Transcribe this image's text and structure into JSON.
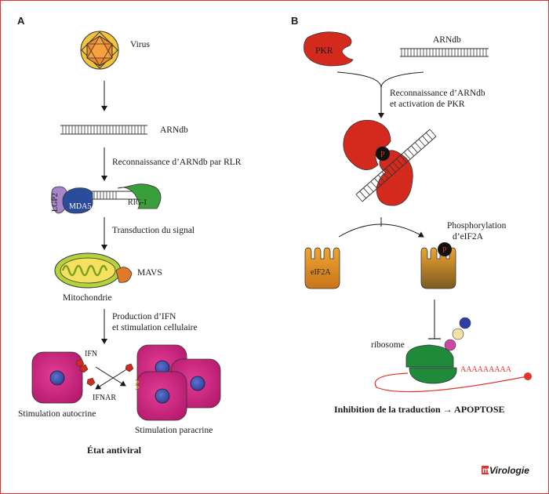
{
  "panels": {
    "a": "A",
    "b": "B"
  },
  "a": {
    "virus": "Virus",
    "arndb": "ARNdb",
    "step1": "Reconnaissance d’ARNdb par RLR",
    "lgp2": "LGP2",
    "mda5": "MDA5",
    "rig1": "RIG-I",
    "step2": "Transduction du signal",
    "mavs": "MAVS",
    "mito": "Mitochondrie",
    "step3_line1": "Production d’IFN",
    "step3_line2": "et stimulation cellulaire",
    "ifn": "IFN",
    "ifnar": "IFNAR",
    "autocrine": "Stimulation autocrine",
    "paracrine": "Stimulation paracrine",
    "state": "État antiviral"
  },
  "b": {
    "pkr": "PKR",
    "arndb": "ARNdb",
    "step1_line1": "Reconnaissance d’ARNdb",
    "step1_line2": "et activation de PKR",
    "p1": "P",
    "phos_line1": "Phosphorylation",
    "phos_line2": "d’eIF2A",
    "eif2a": "eIF2A",
    "p2": "P",
    "ribosome": "ribosome",
    "polya": "AAAAAAAAA",
    "result": "Inhibition de la traduction → APOPTOSE"
  },
  "logo": {
    "badge": "m",
    "text": "Virologie"
  },
  "colors": {
    "frame": "#e0342c",
    "pkr": "#d42a1e",
    "ribosome": "#1f8a3a",
    "cell": "#c81d78",
    "nucleus": "#3a4fa8",
    "mrna": "#e0342c"
  }
}
